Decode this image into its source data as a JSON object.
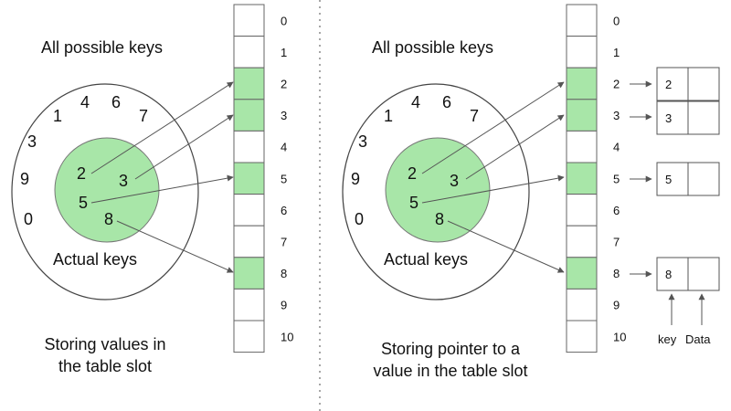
{
  "colors": {
    "highlight": "#a8e6a8",
    "line": "#555555",
    "divider": "#888888",
    "border": "#666666"
  },
  "left": {
    "universe_label": "All possible keys",
    "actual_label": "Actual keys",
    "outer_keys": [
      "1",
      "4",
      "6",
      "7",
      "3",
      "9",
      "0"
    ],
    "actual_keys": [
      "2",
      "3",
      "5",
      "8"
    ],
    "caption_line1": "Storing values in",
    "caption_line2": "the table slot"
  },
  "right": {
    "universe_label": "All possible keys",
    "actual_label": "Actual keys",
    "outer_keys": [
      "1",
      "4",
      "6",
      "7",
      "3",
      "9",
      "0"
    ],
    "actual_keys": [
      "2",
      "3",
      "5",
      "8"
    ],
    "caption_line1": "Storing pointer to a",
    "caption_line2": "value in the table slot",
    "pointer_values": [
      "2",
      "3",
      "5",
      "8"
    ],
    "key_label": "key",
    "data_label": "Data"
  },
  "table": {
    "indices": [
      "0",
      "1",
      "2",
      "3",
      "4",
      "5",
      "6",
      "7",
      "8",
      "9",
      "10"
    ],
    "filled_slots": [
      2,
      3,
      5,
      8
    ]
  }
}
